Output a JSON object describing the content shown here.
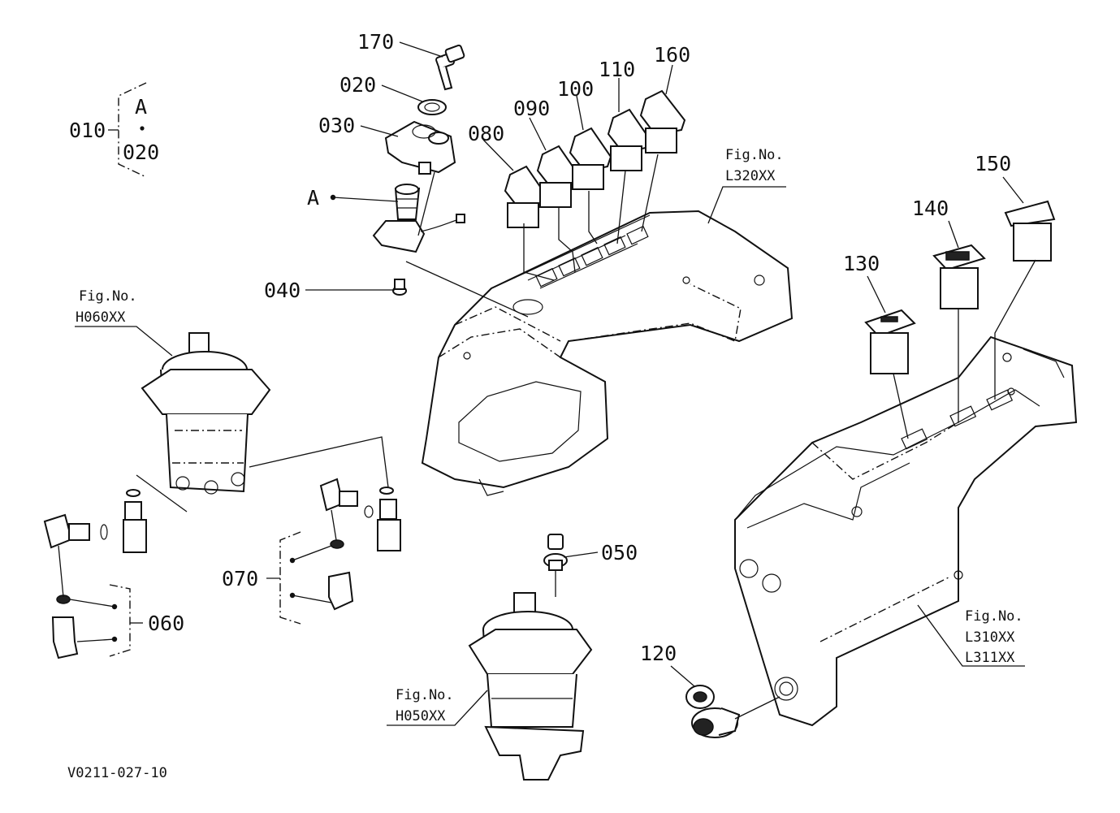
{
  "drawing_code": "V0211-027-10",
  "callouts": {
    "p010": "010",
    "p020_group_top": "A",
    "p020_group_bottom": "020",
    "p020": "020",
    "p030": "030",
    "p040": "040",
    "p050": "050",
    "p060": "060",
    "p070": "070",
    "p080": "080",
    "p090": "090",
    "p100": "100",
    "p110": "110",
    "p120": "120",
    "p130": "130",
    "p140": "140",
    "p150": "150",
    "p160": "160",
    "p170": "170",
    "label_a": "A"
  },
  "fig_refs": {
    "l320": {
      "label": "Fig.No.",
      "code": "L320XX"
    },
    "h060": {
      "label": "Fig.No.",
      "code": "H060XX"
    },
    "h050": {
      "label": "Fig.No.",
      "code": "H050XX"
    },
    "l310": {
      "label": "Fig.No.",
      "code_1": "L310XX",
      "code_2": "L311XX"
    }
  }
}
